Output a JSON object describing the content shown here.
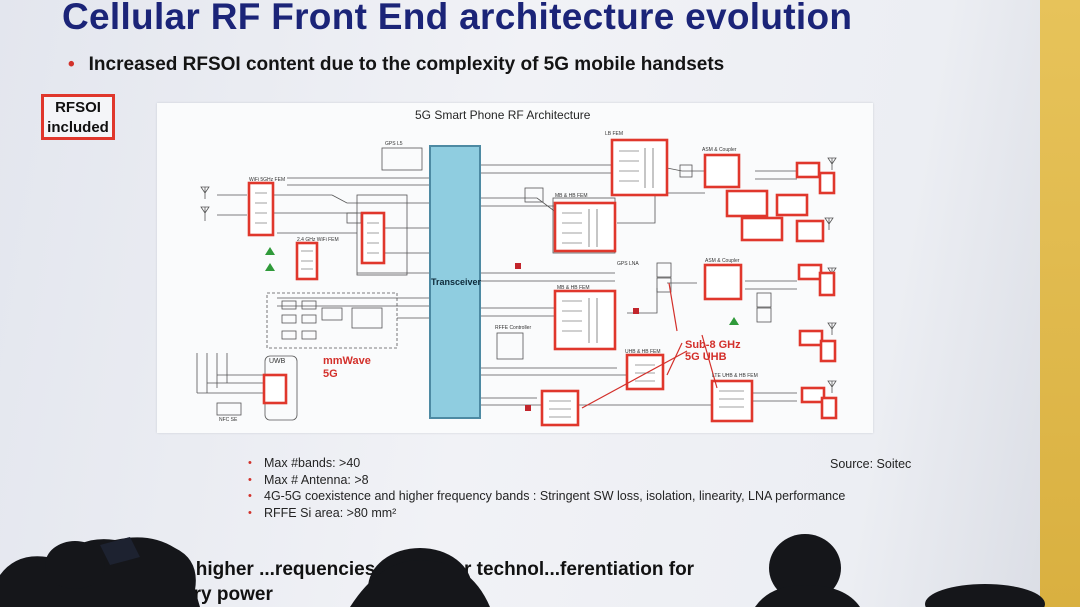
{
  "slide": {
    "title": "Cellular RF Front End architecture evolution",
    "main_bullet": "Increased RFSOI content due to the complexity of 5G mobile handsets",
    "rfsoi_label": "RFSOI included",
    "diagram_title": "5G Smart Phone RF Architecture",
    "transceiver_label": "Transceiver",
    "mmwave_label": "mmWave 5G",
    "sub8_label": "Sub-8 GHz 5G UHB",
    "uwb_label": "UWB",
    "small_labels": {
      "lb_fem": "LB FEM",
      "mb_hb_fem": "MB & HB FEM",
      "mb_hb_fem2": "MB & HB FEM",
      "asm_coupler": "ASM & Coupler",
      "asm_coupler2": "ASM & Coupler",
      "gps_lna": "GPS LNA",
      "uhb_fem": "UHB & HB FEM",
      "lte_fem": "LTE UHB & HB FEM",
      "rffe": "RFFE Controller",
      "wifi": "WiFi 5GHz FEM",
      "wifi24": "2.4 GHz WiFi FEM",
      "nfc": "NFC SE",
      "gps": "GPS L5"
    },
    "notes": [
      "Max #bands: >40",
      "Max # Antenna: >8",
      "4G-5G coexistence and higher frequency bands : Stringent SW loss, isolation, linearity, LNA performance",
      "RFFE Si area: >80 mm²"
    ],
    "source": "Source: Soitec",
    "bottom_line_1": "...ore #bands, higher ...requencies – need for technol...ferentiation for",
    "bottom_line_2": "...nce ...l battery power"
  },
  "colors": {
    "title": "#1b2478",
    "highlight": "#e0372c",
    "transceiver": "#8fcde0",
    "accent_stripe": "#e7c35a"
  }
}
